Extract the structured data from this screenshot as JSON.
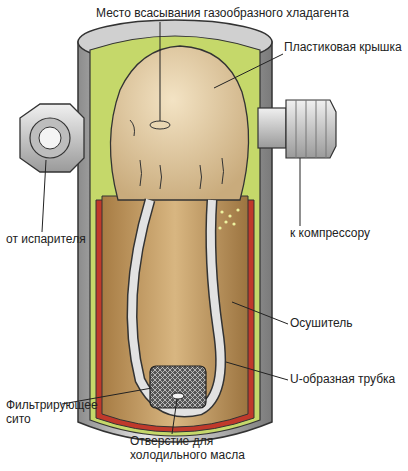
{
  "diagram": {
    "labels": [
      "Место всасывания газообразного хладагента",
      "Пластиковая крышка",
      "от испарителя",
      "к компрессору",
      "Осушитель",
      "U-образная трубка",
      "Фильтрирующее сито",
      "Отверстие для холодильного масла"
    ]
  }
}
